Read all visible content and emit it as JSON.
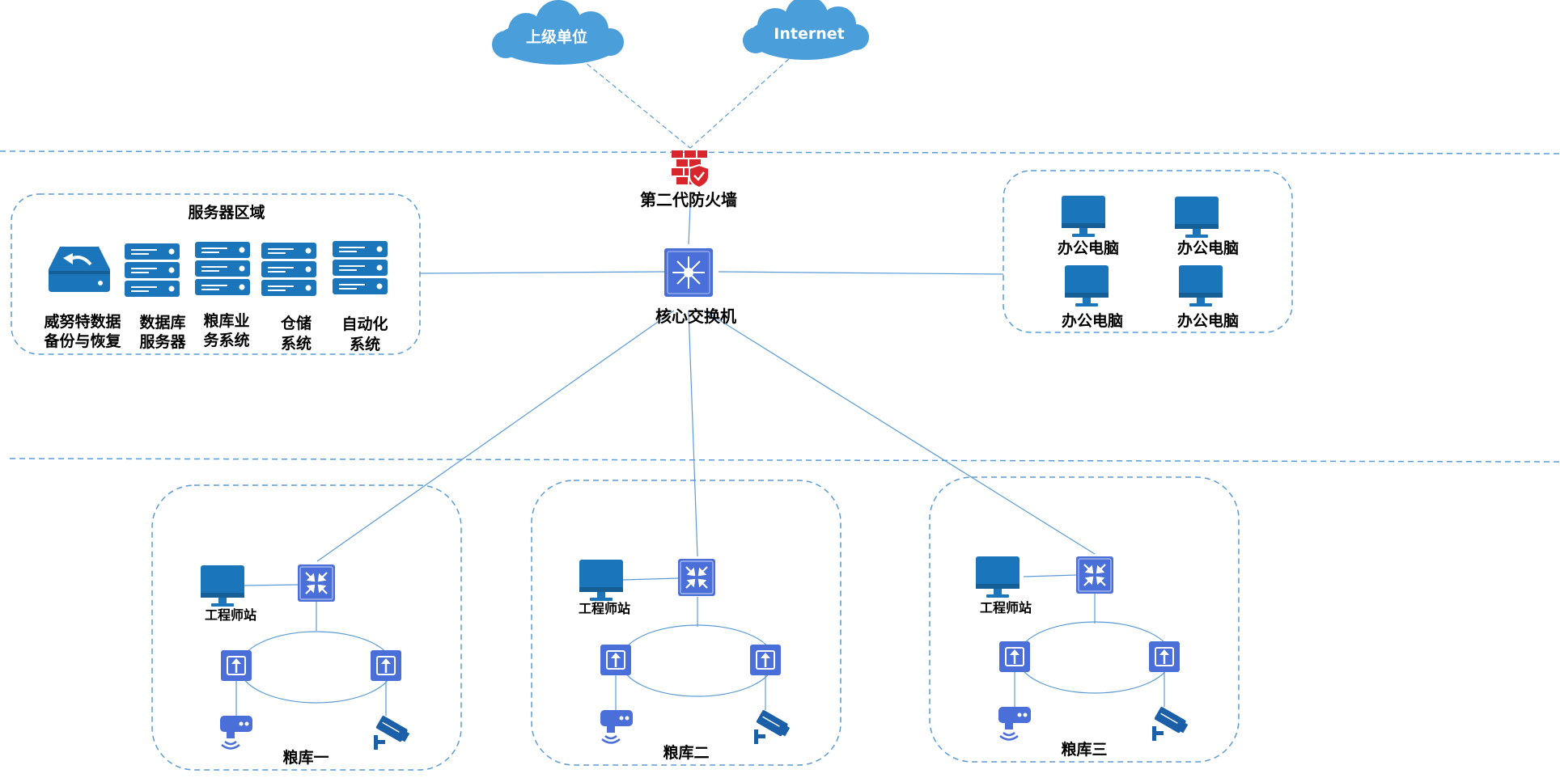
{
  "clouds": {
    "upper_unit": "上级单位",
    "internet": "Internet"
  },
  "firewall": {
    "label": "第二代防火墙"
  },
  "core_switch": {
    "label": "核心交换机"
  },
  "server_zone": {
    "title": "服务器区域",
    "items": [
      {
        "line1": "威努特数据",
        "line2": "备份与恢复"
      },
      {
        "line1": "数据库",
        "line2": "服务器"
      },
      {
        "line1": "粮库业",
        "line2": "务系统"
      },
      {
        "line1": "仓储",
        "line2": "系统"
      },
      {
        "line1": "自动化",
        "line2": "系统"
      }
    ]
  },
  "office": {
    "items": [
      "办公电脑",
      "办公电脑",
      "办公电脑",
      "办公电脑"
    ]
  },
  "depots": [
    {
      "name": "粮库一",
      "workstation": "工程师站"
    },
    {
      "name": "粮库二",
      "workstation": "工程师站"
    },
    {
      "name": "粮库三",
      "workstation": "工程师站"
    }
  ],
  "colors": {
    "icon_blue": "#1b75bb",
    "switch_blue": "#4a6fd8",
    "cloud_blue": "#4a9fdb",
    "firewall_red": "#d9262c",
    "line_blue": "#5b9bd5"
  }
}
